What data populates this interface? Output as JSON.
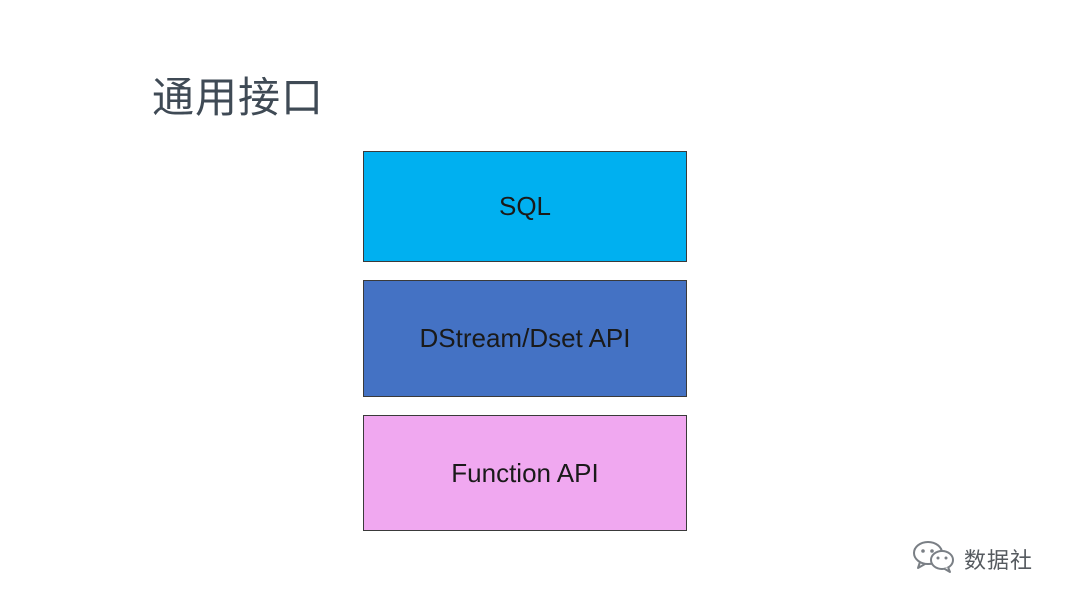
{
  "slide": {
    "title": "通用接口"
  },
  "layers": [
    {
      "label": "SQL",
      "color": "#00b0f0"
    },
    {
      "label": "DStream/Dset API",
      "color": "#4472c4"
    },
    {
      "label": "Function API",
      "color": "#f0a8f0"
    }
  ],
  "watermark": {
    "icon": "wechat-icon",
    "text": "数据社"
  }
}
